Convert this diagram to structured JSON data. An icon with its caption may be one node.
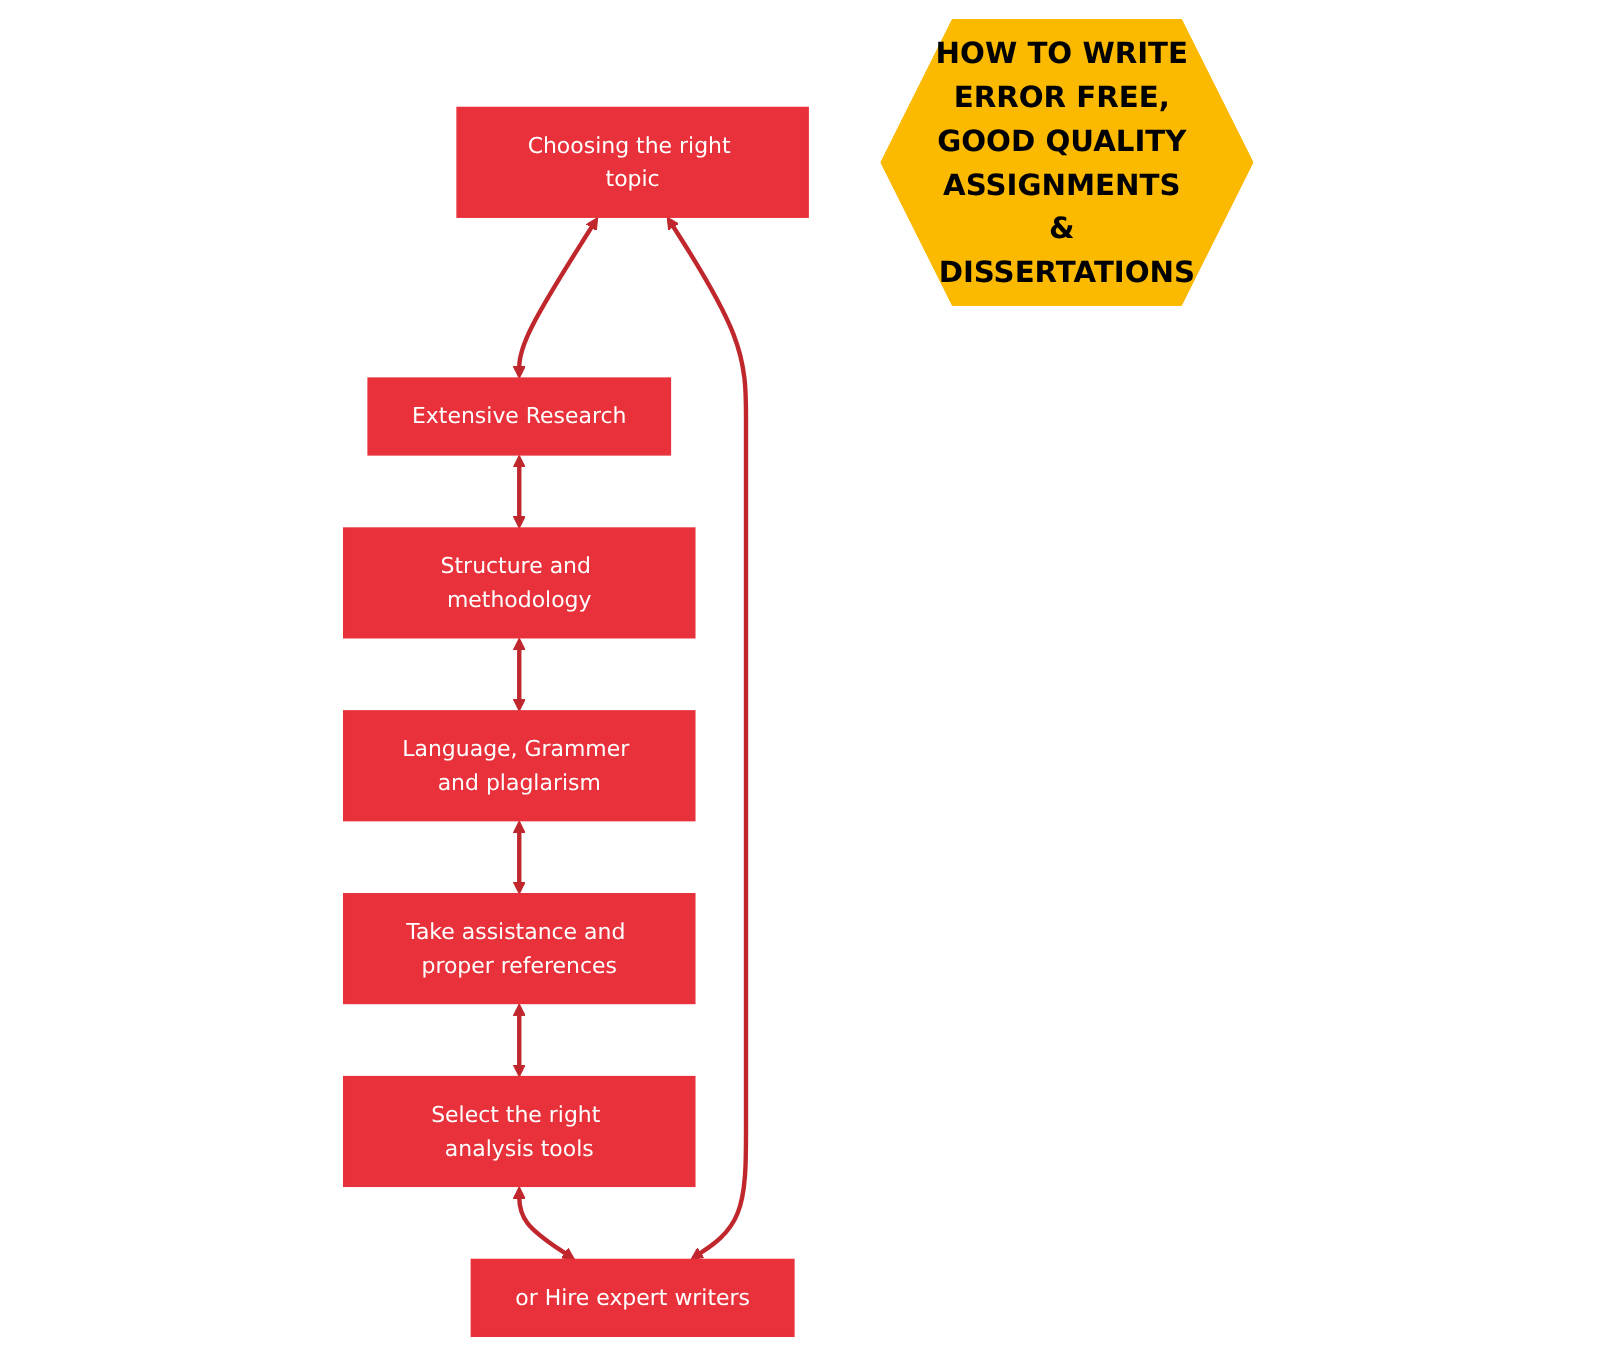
{
  "diagram": {
    "nodes": [
      {
        "text": [
          "Choosing the right topic"
        ]
      },
      {
        "text": [
          "Extensive Research"
        ]
      },
      {
        "text": [
          "Structure and methodology"
        ]
      },
      {
        "text": [
          "Language, Grammer and plaglarism"
        ]
      },
      {
        "text": [
          "Take assistance and proper references"
        ]
      },
      {
        "text": [
          "Select the right analysis tools"
        ]
      },
      {
        "text": [
          "or Hire expert writers"
        ]
      },
      {
        "text": [
          "HOW TO WRITE ERROR FREE, GOOD QUALITY ASSIGNMENTS & DISSERTATIONS"
        ]
      }
    ],
    "edges": [
      {
        "from": 0,
        "to": 1,
        "arrow": "both"
      },
      {
        "from": 1,
        "to": 2,
        "arrow": "both"
      },
      {
        "from": 2,
        "to": 3,
        "arrow": "both"
      },
      {
        "from": 3,
        "to": 4,
        "arrow": "both"
      },
      {
        "from": 4,
        "to": 5,
        "arrow": "both"
      },
      {
        "from": 5,
        "to": 6,
        "arrow": "both"
      },
      {
        "from": 6,
        "to": 0,
        "arrow": "both"
      }
    ]
  }
}
